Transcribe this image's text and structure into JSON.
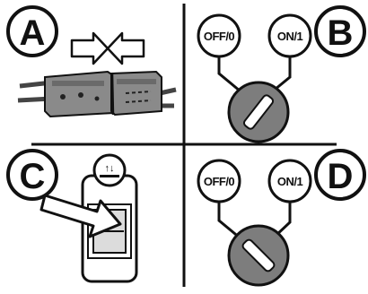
{
  "panels": [
    {
      "id": "A",
      "letter": "A"
    },
    {
      "id": "B",
      "letter": "B",
      "off_label": "OFF/0",
      "on_label": "ON/1"
    },
    {
      "id": "C",
      "letter": "C",
      "switch_symbol": "↑↓"
    },
    {
      "id": "D",
      "letter": "D",
      "off_label": "OFF/0",
      "on_label": "ON/1"
    }
  ],
  "colors": {
    "ink": "#111111",
    "connector_gray": "#8a8a8a",
    "knob_gray": "#7d7d7d",
    "background": "#ffffff"
  },
  "icons": [
    "push-arrow-right-icon",
    "push-arrow-left-icon",
    "insert-arrow-icon"
  ]
}
